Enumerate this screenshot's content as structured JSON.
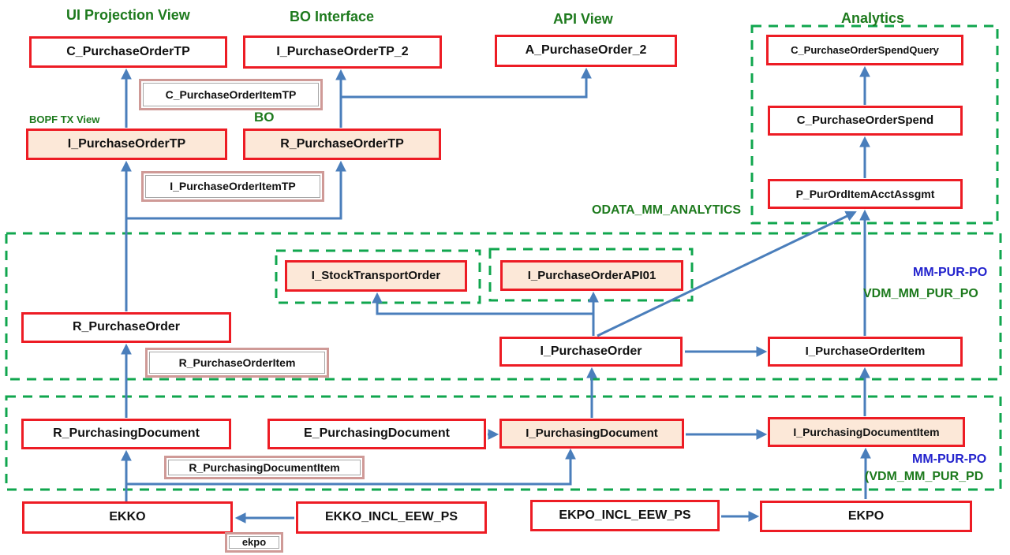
{
  "headers": {
    "ui_projection": "UI Projection View",
    "bo_interface": "BO Interface",
    "api_view": "API View",
    "analytics": "Analytics"
  },
  "labels": {
    "bopf_tx_view": "BOPF TX View",
    "bo": "BO",
    "odata_mm_analytics": "ODATA_MM_ANALYTICS",
    "mm_pur_po_upper": "MM-PUR-PO",
    "vdm_mm_pur_po": "VDM_MM_PUR_PO",
    "mm_pur_po_lower": "MM-PUR-PO",
    "vdm_mm_pur_pd": "(VDM_MM_PUR_PD"
  },
  "nodes": {
    "c_purchaseordertp": {
      "label": "C_PurchaseOrderTP"
    },
    "i_purchaseordertp_2": {
      "label": "I_PurchaseOrderTP_2"
    },
    "a_purchaseorder_2": {
      "label": "A_PurchaseOrder_2"
    },
    "c_purchaseorderspendquery": {
      "label": "C_PurchaseOrderSpendQuery"
    },
    "c_purchaseorderitemtp": {
      "label": "C_PurchaseOrderItemTP"
    },
    "c_purchaseorderspend": {
      "label": "C_PurchaseOrderSpend"
    },
    "i_purchaseordertp": {
      "label": "I_PurchaseOrderTP"
    },
    "r_purchaseordertp": {
      "label": "R_PurchaseOrderTP"
    },
    "i_purchaseorderitemtp": {
      "label": "I_PurchaseOrderItemTP"
    },
    "p_purorditemacctassgmt": {
      "label": "P_PurOrdItemAcctAssgmt"
    },
    "i_stocktransportorder": {
      "label": "I_StockTransportOrder"
    },
    "i_purchaseorderapi01": {
      "label": "I_PurchaseOrderAPI01"
    },
    "r_purchaseorder": {
      "label": "R_PurchaseOrder"
    },
    "r_purchaseorderitem": {
      "label": "R_PurchaseOrderItem"
    },
    "i_purchaseorder": {
      "label": "I_PurchaseOrder"
    },
    "i_purchaseorderitem": {
      "label": "I_PurchaseOrderItem"
    },
    "r_purchasingdocument": {
      "label": "R_PurchasingDocument"
    },
    "e_purchasingdocument": {
      "label": "E_PurchasingDocument"
    },
    "i_purchasingdocument": {
      "label": "I_PurchasingDocument"
    },
    "i_purchasingdocumentitem": {
      "label": "I_PurchasingDocumentItem"
    },
    "r_purchasingdocumentitem": {
      "label": "R_PurchasingDocumentItem"
    },
    "ekko": {
      "label": "EKKO"
    },
    "ekko_incl_eew_ps": {
      "label": "EKKO_INCL_EEW_PS"
    },
    "ekpo_incl_eew_ps": {
      "label": "EKPO_INCL_EEW_PS"
    },
    "ekpo": {
      "label": "EKPO"
    },
    "ekpo_association": {
      "label": "ekpo"
    }
  },
  "colors": {
    "red_border": "#ed1c24",
    "rose_border": "#cf9a97",
    "peach_fill": "#fce8d8",
    "green_dashed_line": "#10a64e",
    "green_text": "#1d7a1d",
    "blue_text": "#2323cd",
    "arrow_blue": "#4a7ebb"
  }
}
